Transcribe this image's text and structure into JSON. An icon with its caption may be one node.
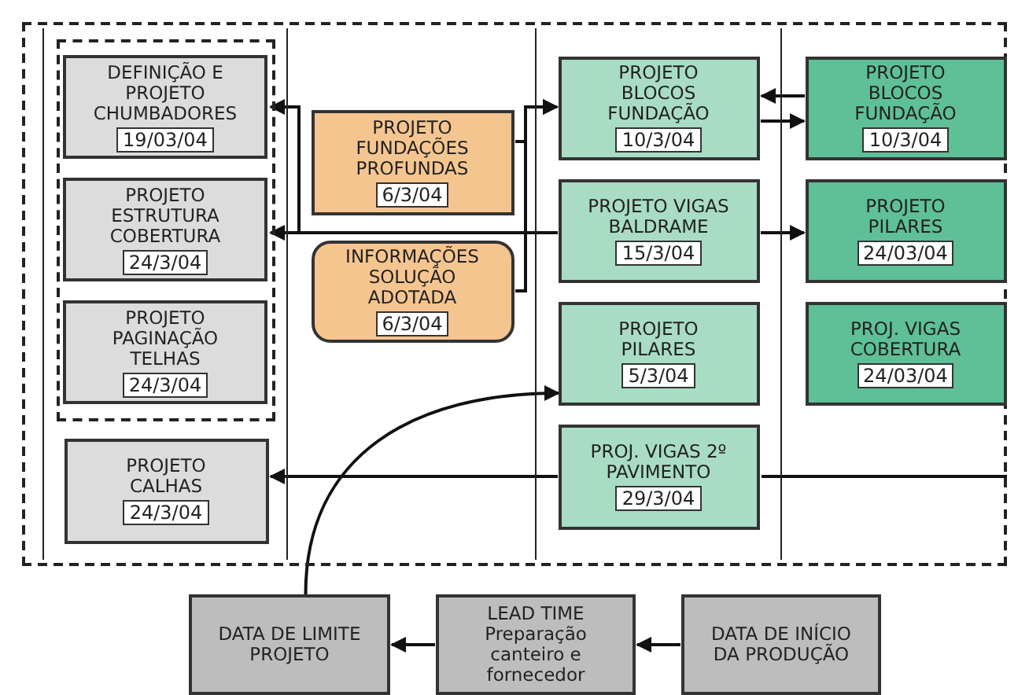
{
  "diagram": {
    "nodes": [
      {
        "text": [],
        "shape": "box"
      },
      {
        "text": [],
        "shape": "box",
        "in": 0
      },
      {
        "text": [
          "DEFINIÇÃO E PROJETO CHUMBADORES",
          "19/03/04"
        ],
        "in": 1
      },
      {
        "text": [
          "PROJETO ESTRUTURA COBERTURA",
          "24/3/04"
        ],
        "in": 1
      },
      {
        "text": [
          "PROJETO PAGINAÇÃO TELHAS",
          "24/3/04"
        ],
        "in": 1
      },
      {
        "text": [
          "PROJETO CALHAS",
          "24/3/04"
        ],
        "in": 0
      },
      {
        "text": [
          "PROJETO FUNDAÇÕES PROFUNDAS",
          "6/3/04"
        ],
        "in": 0
      },
      {
        "text": [
          "INFORMAÇÕES SOLUÇÃO ADOTADA",
          "6/3/04"
        ],
        "in": 0
      },
      {
        "text": [
          "PROJETO BLOCOS FUNDAÇÃO",
          "10/3/04"
        ],
        "in": 0
      },
      {
        "text": [
          "PROJETO VIGAS BALDRAME",
          "15/3/04"
        ],
        "in": 0
      },
      {
        "text": [
          "PROJETO PILARES",
          "5/3/04"
        ],
        "in": 0
      },
      {
        "text": [
          "PROJ. VIGAS 2º PAVIMENTO",
          "29/3/04"
        ],
        "in": 0
      },
      {
        "text": [
          "PROJETO BLOCOS FUNDAÇÃO",
          "10/3/04"
        ],
        "in": 0
      },
      {
        "text": [
          "PROJETO PILARES",
          "24/03/04"
        ],
        "in": 0
      },
      {
        "text": [
          "PROJ. VIGAS COBERTURA",
          "24/03/04"
        ],
        "in": 0
      },
      {
        "text": [
          "DATA DE LIMITE PROJETO"
        ]
      },
      {
        "text": [
          "LEAD TIME",
          "Preparação canteiro e fornecedor"
        ]
      },
      {
        "text": [
          "DATA DE INÍCIO DA PRODUÇÃO"
        ]
      }
    ],
    "edges": [
      {
        "from": 6,
        "to": 8,
        "arrow": "to"
      },
      {
        "from": 7,
        "to": 8,
        "arrow": "to"
      },
      {
        "from": 9,
        "to": 2,
        "arrow": "to"
      },
      {
        "from": 9,
        "to": 3,
        "arrow": "to"
      },
      {
        "from": 12,
        "to": 8,
        "arrow": "to"
      },
      {
        "from": 8,
        "to": 12,
        "arrow": "to"
      },
      {
        "from": 9,
        "to": 13,
        "arrow": "to"
      },
      {
        "from": 15,
        "to": 10,
        "arrow": "to"
      },
      {
        "from": 11,
        "to": 5,
        "arrow": "to"
      },
      {
        "from": null,
        "to": 11,
        "arrow": "none"
      },
      {
        "from": 17,
        "to": 16,
        "arrow": "to"
      },
      {
        "from": 16,
        "to": 15,
        "arrow": "to"
      }
    ]
  }
}
